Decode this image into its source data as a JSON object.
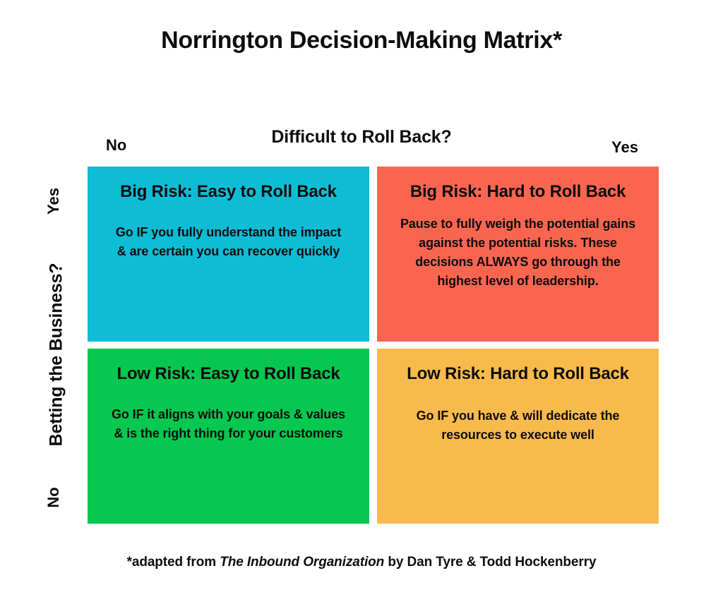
{
  "title": "Norrington Decision-Making Matrix*",
  "axes": {
    "x": {
      "label": "Difficult to Roll Back?",
      "low": "No",
      "high": "Yes"
    },
    "y": {
      "label": "Betting the Business?",
      "high": "Yes",
      "low": "No"
    }
  },
  "quadrants": [
    {
      "id": "big-risk-easy",
      "heading": "Big Risk: Easy to Roll Back",
      "body": "Go IF you fully understand the impact & are certain you can recover quickly",
      "color": "#0EBCD6",
      "x": "No",
      "y": "Yes"
    },
    {
      "id": "big-risk-hard",
      "heading": "Big Risk: Hard to Roll Back",
      "body": "Pause to fully weigh the potential gains against the potential risks. These decisions ALWAYS go through the highest level of leadership.",
      "color": "#FA6550",
      "x": "Yes",
      "y": "Yes"
    },
    {
      "id": "low-risk-easy",
      "heading": "Low Risk: Easy to Roll Back",
      "body": "Go IF it aligns with your goals & values & is the right thing for your customers",
      "color": "#06C74F",
      "x": "No",
      "y": "No"
    },
    {
      "id": "low-risk-hard",
      "heading": "Low Risk: Hard to Roll Back",
      "body": "Go IF you have & will dedicate the resources to execute well",
      "color": "#F8BA4C",
      "x": "Yes",
      "y": "No"
    }
  ],
  "footnote": {
    "prefix": "*adapted from ",
    "book": "The Inbound Organization",
    "suffix": " by Dan Tyre & Todd Hockenberry"
  },
  "chart_data": {
    "type": "table",
    "title": "Norrington Decision-Making Matrix*",
    "xlabel": "Difficult to Roll Back?",
    "ylabel": "Betting the Business?",
    "x_categories": [
      "No",
      "Yes"
    ],
    "y_categories": [
      "Yes",
      "No"
    ],
    "cells": [
      {
        "x": "No",
        "y": "Yes",
        "heading": "Big Risk: Easy to Roll Back",
        "body": "Go IF you fully understand the impact & are certain you can recover quickly",
        "color": "#0EBCD6"
      },
      {
        "x": "Yes",
        "y": "Yes",
        "heading": "Big Risk: Hard to Roll Back",
        "body": "Pause to fully weigh the potential gains against the potential risks. These decisions ALWAYS go through the highest level of leadership.",
        "color": "#FA6550"
      },
      {
        "x": "No",
        "y": "No",
        "heading": "Low Risk: Easy to Roll Back",
        "body": "Go IF it aligns with your goals & values & is the right thing for your customers",
        "color": "#06C74F"
      },
      {
        "x": "Yes",
        "y": "No",
        "heading": "Low Risk: Hard to Roll Back",
        "body": "Go IF you have & will dedicate the resources to execute well",
        "color": "#F8BA4C"
      }
    ],
    "grid": false,
    "legend": "none"
  }
}
